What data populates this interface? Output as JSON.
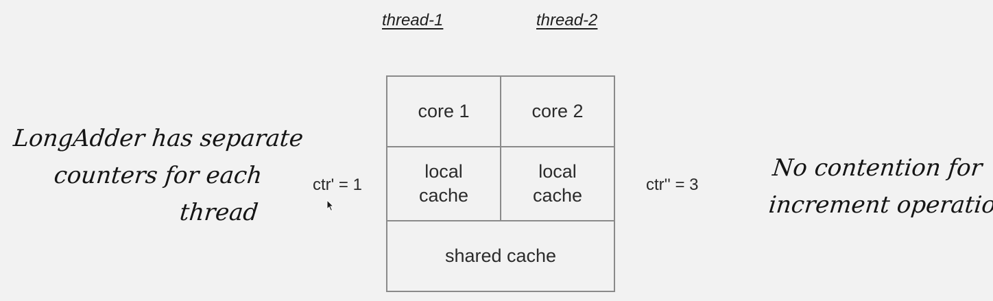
{
  "threads": {
    "thread1": "thread-1",
    "thread2": "thread-2"
  },
  "diagram": {
    "core1": "core 1",
    "core2": "core 2",
    "local_cache_line1": "local",
    "local_cache_line2": "cache",
    "shared_cache": "shared cache"
  },
  "counters": {
    "left": "ctr' = 1",
    "right": "ctr'' = 3"
  },
  "notes": {
    "left": [
      "LongAdder has separate",
      "counters for each",
      "thread"
    ],
    "right": [
      "No contention for",
      "increment operations"
    ]
  },
  "colors": {
    "background": "#f2f2f2",
    "border": "#8a8a8a",
    "text": "#2b2b2b"
  },
  "icons": {
    "cursor": "mouse-pointer-icon"
  }
}
